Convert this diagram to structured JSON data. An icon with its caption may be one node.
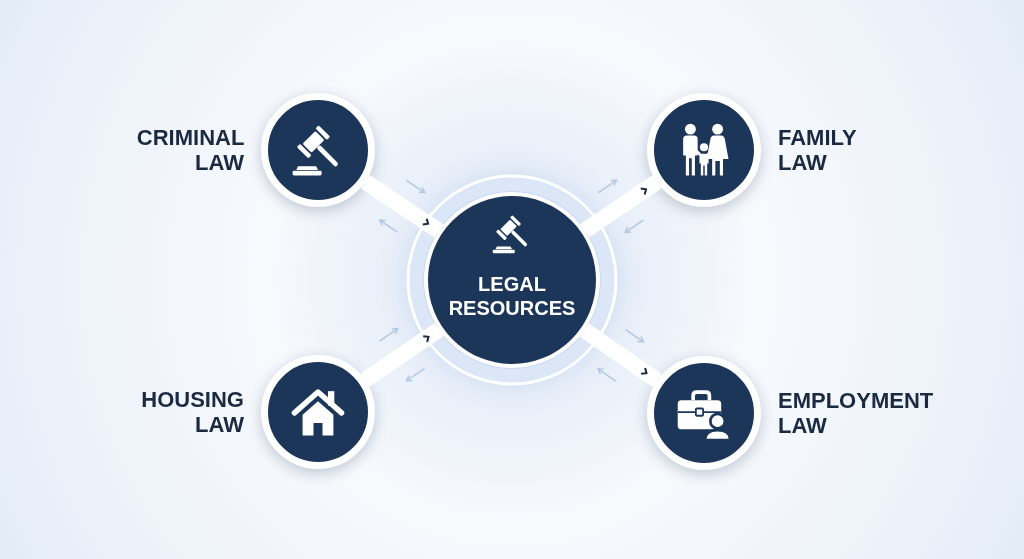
{
  "diagram": {
    "nodes": [
      {
        "text": [],
        "shape": "circle",
        "beside": [
          "CRIMINAL LAW"
        ]
      },
      {
        "text": [],
        "shape": "circle",
        "beside": [
          "FAMILY LAW"
        ]
      },
      {
        "text": [
          "LEGAL RESOURCES"
        ]
      },
      {
        "text": [],
        "shape": "circle",
        "beside": [
          "HOUSING LAW"
        ]
      },
      {
        "text": [],
        "shape": "circle",
        "beside": [
          "EMPLOYMENT LAW"
        ]
      }
    ],
    "edges": [
      {
        "from": 0,
        "to": 2,
        "arrow": "to"
      },
      {
        "from": 2,
        "to": 1,
        "arrow": "to"
      },
      {
        "from": 3,
        "to": 2,
        "arrow": "to"
      },
      {
        "from": 2,
        "to": 4,
        "arrow": "to"
      }
    ]
  }
}
